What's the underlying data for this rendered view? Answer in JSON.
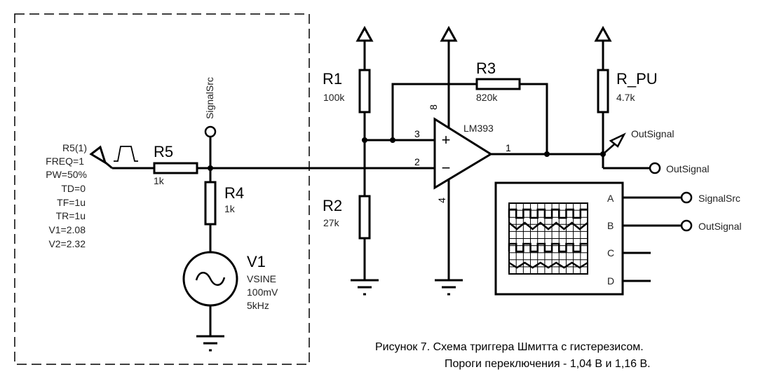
{
  "diagram": {
    "type": "schematic",
    "title": "Schmitt trigger circuit",
    "pulse_source": {
      "name": "R5(1)",
      "params": [
        "FREQ=1",
        "PW=50%",
        "TD=0",
        "TF=1u",
        "TR=1u",
        "V1=2.08",
        "V2=2.32"
      ]
    },
    "components": {
      "r5": {
        "name": "R5",
        "value": "1k"
      },
      "r4": {
        "name": "R4",
        "value": "1k"
      },
      "v1": {
        "name": "V1",
        "type": "VSINE",
        "amplitude": "100mV",
        "frequency": "5kHz"
      },
      "r1": {
        "name": "R1",
        "value": "100k"
      },
      "r2": {
        "name": "R2",
        "value": "27k"
      },
      "r3": {
        "name": "R3",
        "value": "820k"
      },
      "rpu": {
        "name": "R_PU",
        "value": "4.7k"
      },
      "comparator": {
        "name": "LM393",
        "pins": {
          "plus": "3",
          "minus": "2",
          "out": "1",
          "vcc": "8",
          "gnd": "4"
        },
        "plus_sign": "+",
        "minus_sign": "−"
      }
    },
    "nets": {
      "signal_src": "SignalSrc",
      "out_signal_probe": "OutSignal",
      "out_signal_terminal": "OutSignal"
    },
    "oscilloscope": {
      "channels": [
        {
          "label": "A",
          "net": "SignalSrc"
        },
        {
          "label": "B",
          "net": "OutSignal"
        },
        {
          "label": "C",
          "net": ""
        },
        {
          "label": "D",
          "net": ""
        }
      ]
    }
  },
  "caption": {
    "line1": "Рисунок 7. Схема триггера Шмитта с гистерезисом.",
    "line2": "Пороги переключения - 1,04 В и 1,16 В."
  }
}
